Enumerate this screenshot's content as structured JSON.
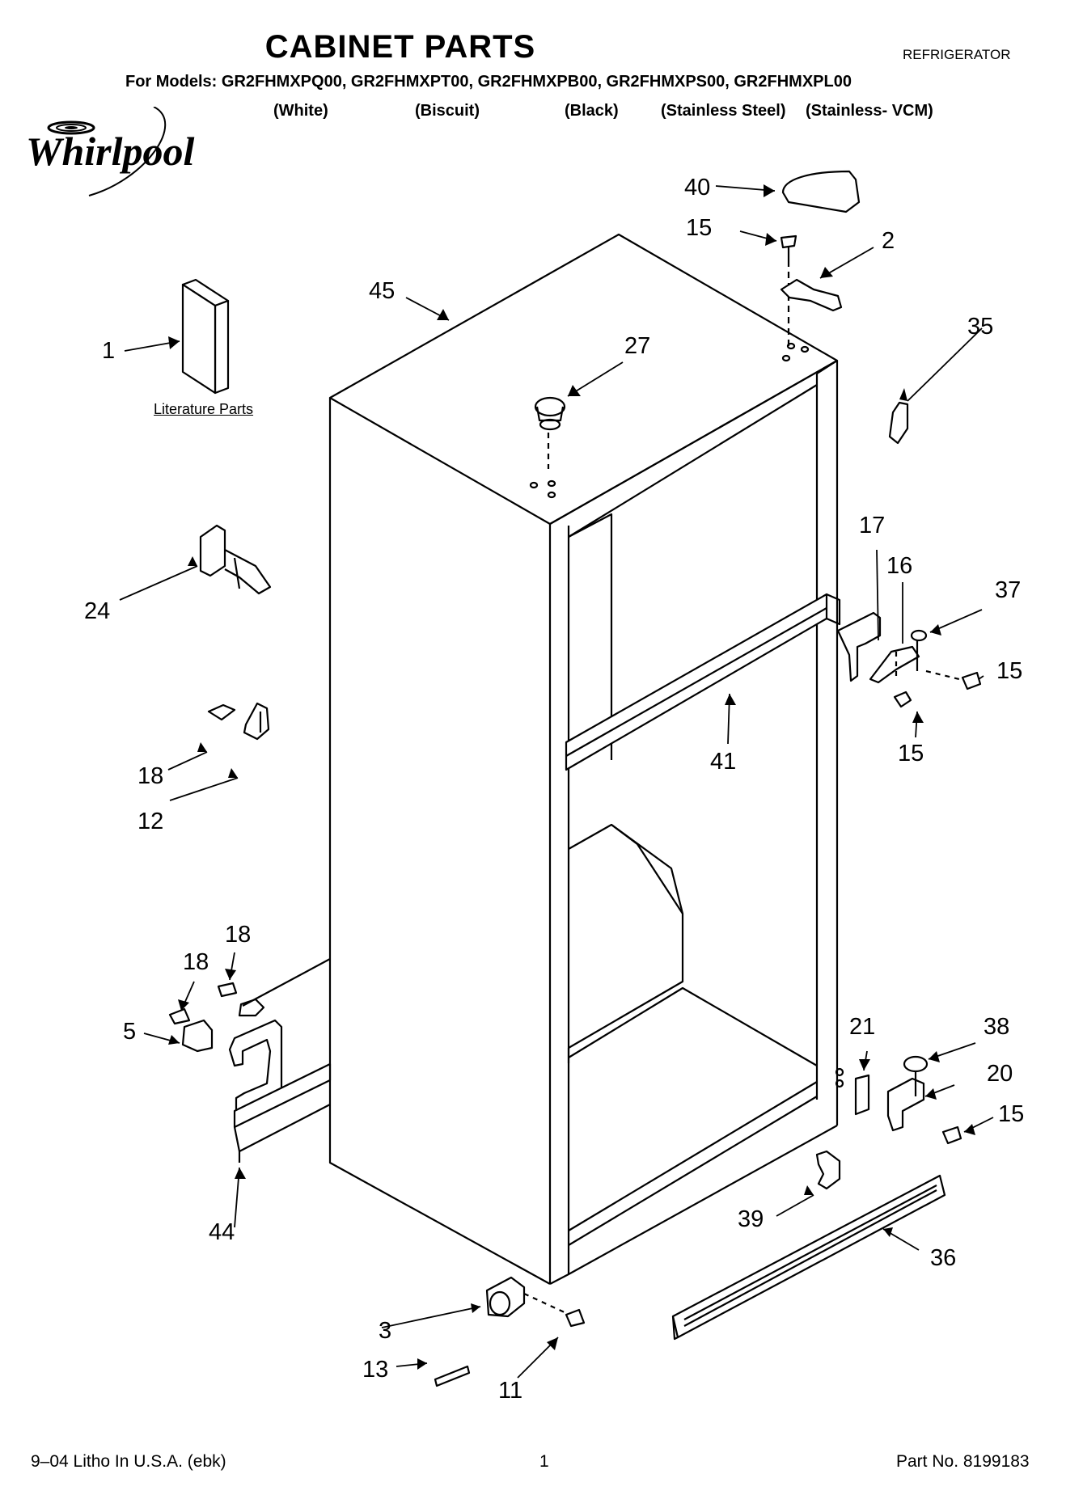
{
  "header": {
    "title": "CABINET PARTS",
    "appliance": "REFRIGERATOR",
    "models_line": "For Models: GR2FHMXPQ00, GR2FHMXPT00, GR2FHMXPB00, GR2FHMXPS00, GR2FHMXPL00",
    "colors": [
      "(White)",
      "(Biscuit)",
      "(Black)",
      "(Stainless Steel)",
      "(Stainless- VCM)"
    ]
  },
  "brand": {
    "name": "Whirlpool"
  },
  "literature_label": "Literature Parts",
  "callouts": {
    "p40": "40",
    "p15a": "15",
    "p2": "2",
    "p45": "45",
    "p1": "1",
    "p27": "27",
    "p35": "35",
    "p17": "17",
    "p16": "16",
    "p37": "37",
    "p15b": "15",
    "p24": "24",
    "p41": "41",
    "p15c": "15",
    "p18a": "18",
    "p12": "12",
    "p18b": "18",
    "p18c": "18",
    "p5": "5",
    "p21": "21",
    "p38": "38",
    "p20": "20",
    "p15d": "15",
    "p44": "44",
    "p39": "39",
    "p36": "36",
    "p3": "3",
    "p13": "13",
    "p11": "11"
  },
  "footer": {
    "left": "9–04 Litho In U.S.A. (ebk)",
    "page": "1",
    "part_no": "Part No. 8199183"
  }
}
